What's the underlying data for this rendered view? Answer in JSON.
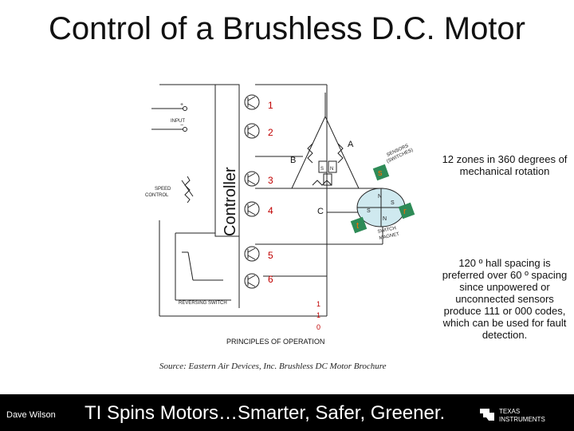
{
  "slide": {
    "title": "Control of a Brushless D.C. Motor"
  },
  "diagram": {
    "controller_label": "Controller",
    "input_label": "INPUT",
    "speed_control_label": [
      "SPEED",
      "CONTROL"
    ],
    "reversing_switch_label": "REVERSING SWITCH",
    "principles_label": "PRINCIPLES OF OPERATION",
    "transistor_numbers": [
      "1",
      "2",
      "3",
      "4",
      "5",
      "6"
    ],
    "phase_labels": [
      "A",
      "B",
      "C"
    ],
    "sensors_label": [
      "SENSORS",
      "(SWITCHES)"
    ],
    "switch_magnet_label": [
      "SWITCH",
      "MAGNET"
    ],
    "sensor_tags": [
      "s",
      "r",
      "t"
    ],
    "pole_labels": [
      "N",
      "S"
    ],
    "hall_code_digits": [
      "1",
      "1",
      "0"
    ],
    "colors": {
      "tag_fill": "#2e8b57",
      "rotor_fill": "#cfe9ef",
      "line": "#222222"
    }
  },
  "notes": {
    "zones": "12 zones in 360 degrees of mechanical rotation",
    "hall_spacing": "120 º hall spacing is preferred over 60 º spacing since unpowered or unconnected sensors produce 111 or 000 codes, which can be used for fault detection."
  },
  "source": "Source:  Eastern Air Devices, Inc. Brushless DC Motor Brochure",
  "footer": {
    "author": "Dave Wilson",
    "tagline": "TI Spins Motors…Smarter, Safer, Greener.",
    "logo_text": [
      "TEXAS",
      "INSTRUMENTS"
    ]
  }
}
